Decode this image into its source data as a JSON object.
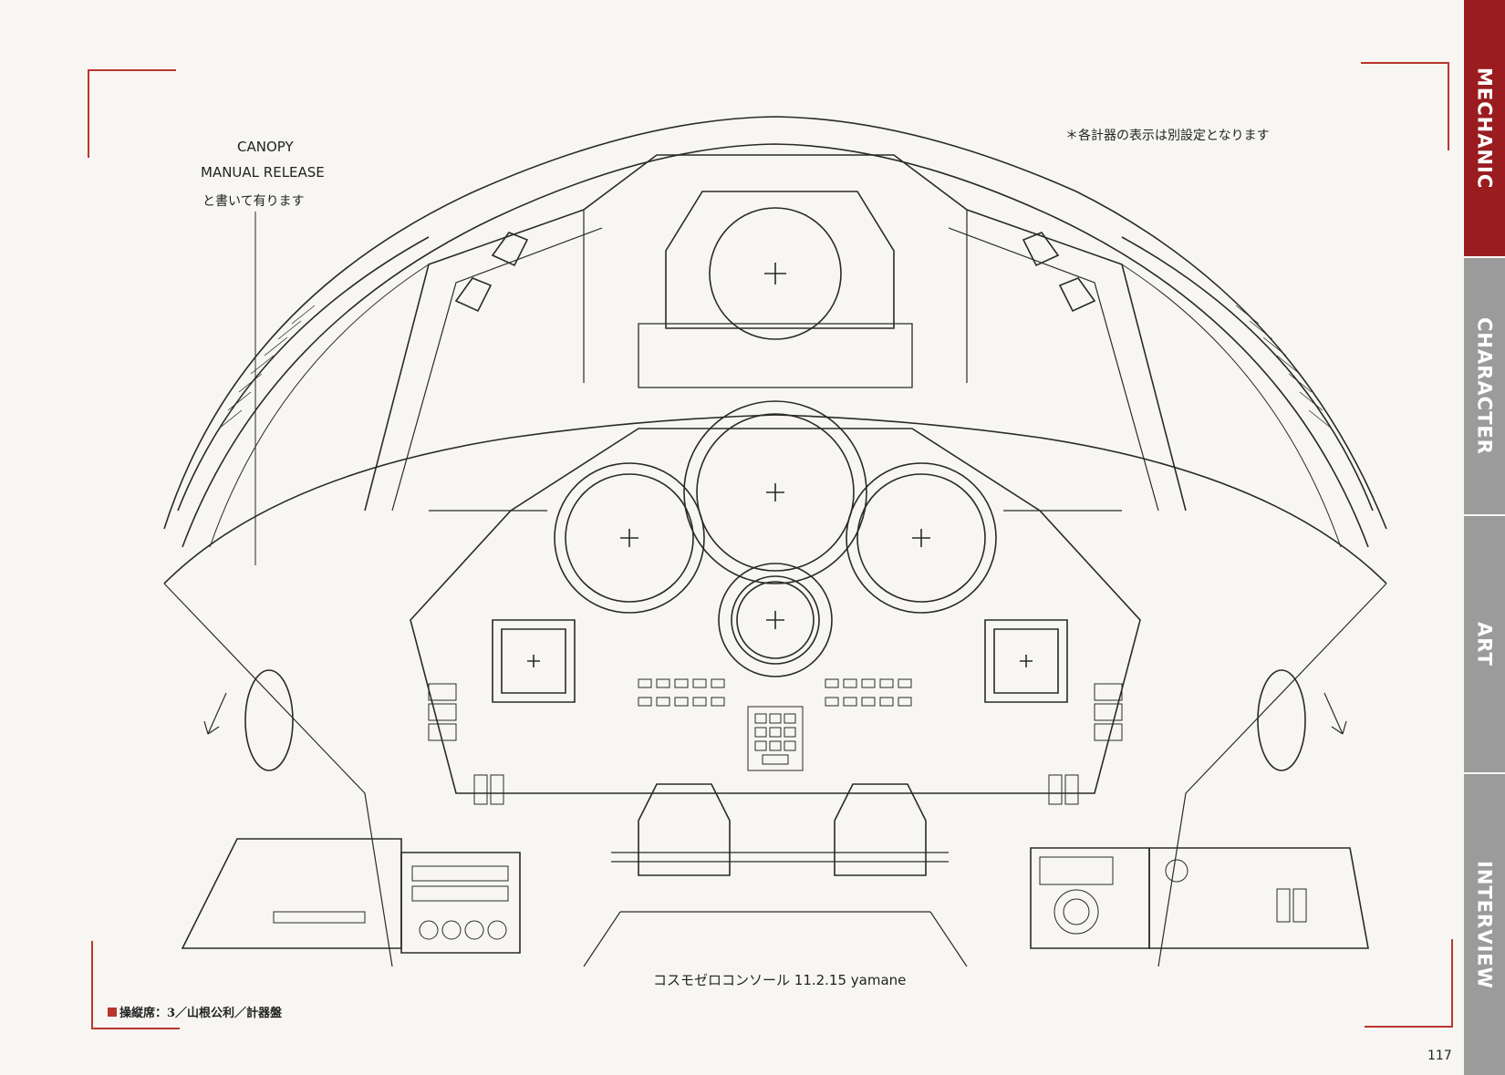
{
  "side_tabs": [
    {
      "label": "MECHANIC",
      "color": "#9a1c1f"
    },
    {
      "label": "CHARACTER",
      "color": "#9b9b9b"
    },
    {
      "label": "ART",
      "color": "#9b9b9b"
    },
    {
      "label": "INTERVIEW",
      "color": "#9b9b9b"
    }
  ],
  "annotation_left": {
    "line1": "CANOPY",
    "line2": "MANUAL RELEASE",
    "line3": "と書いて有ります"
  },
  "annotation_right": "＊各計器の表示は別設定となります",
  "drawing_caption": "コスモゼロコンソール 11.2.15  yamane",
  "figure_caption": "操縦席：3／山根公利／計器盤",
  "page_number": "117",
  "accent_color": "#b8372b"
}
